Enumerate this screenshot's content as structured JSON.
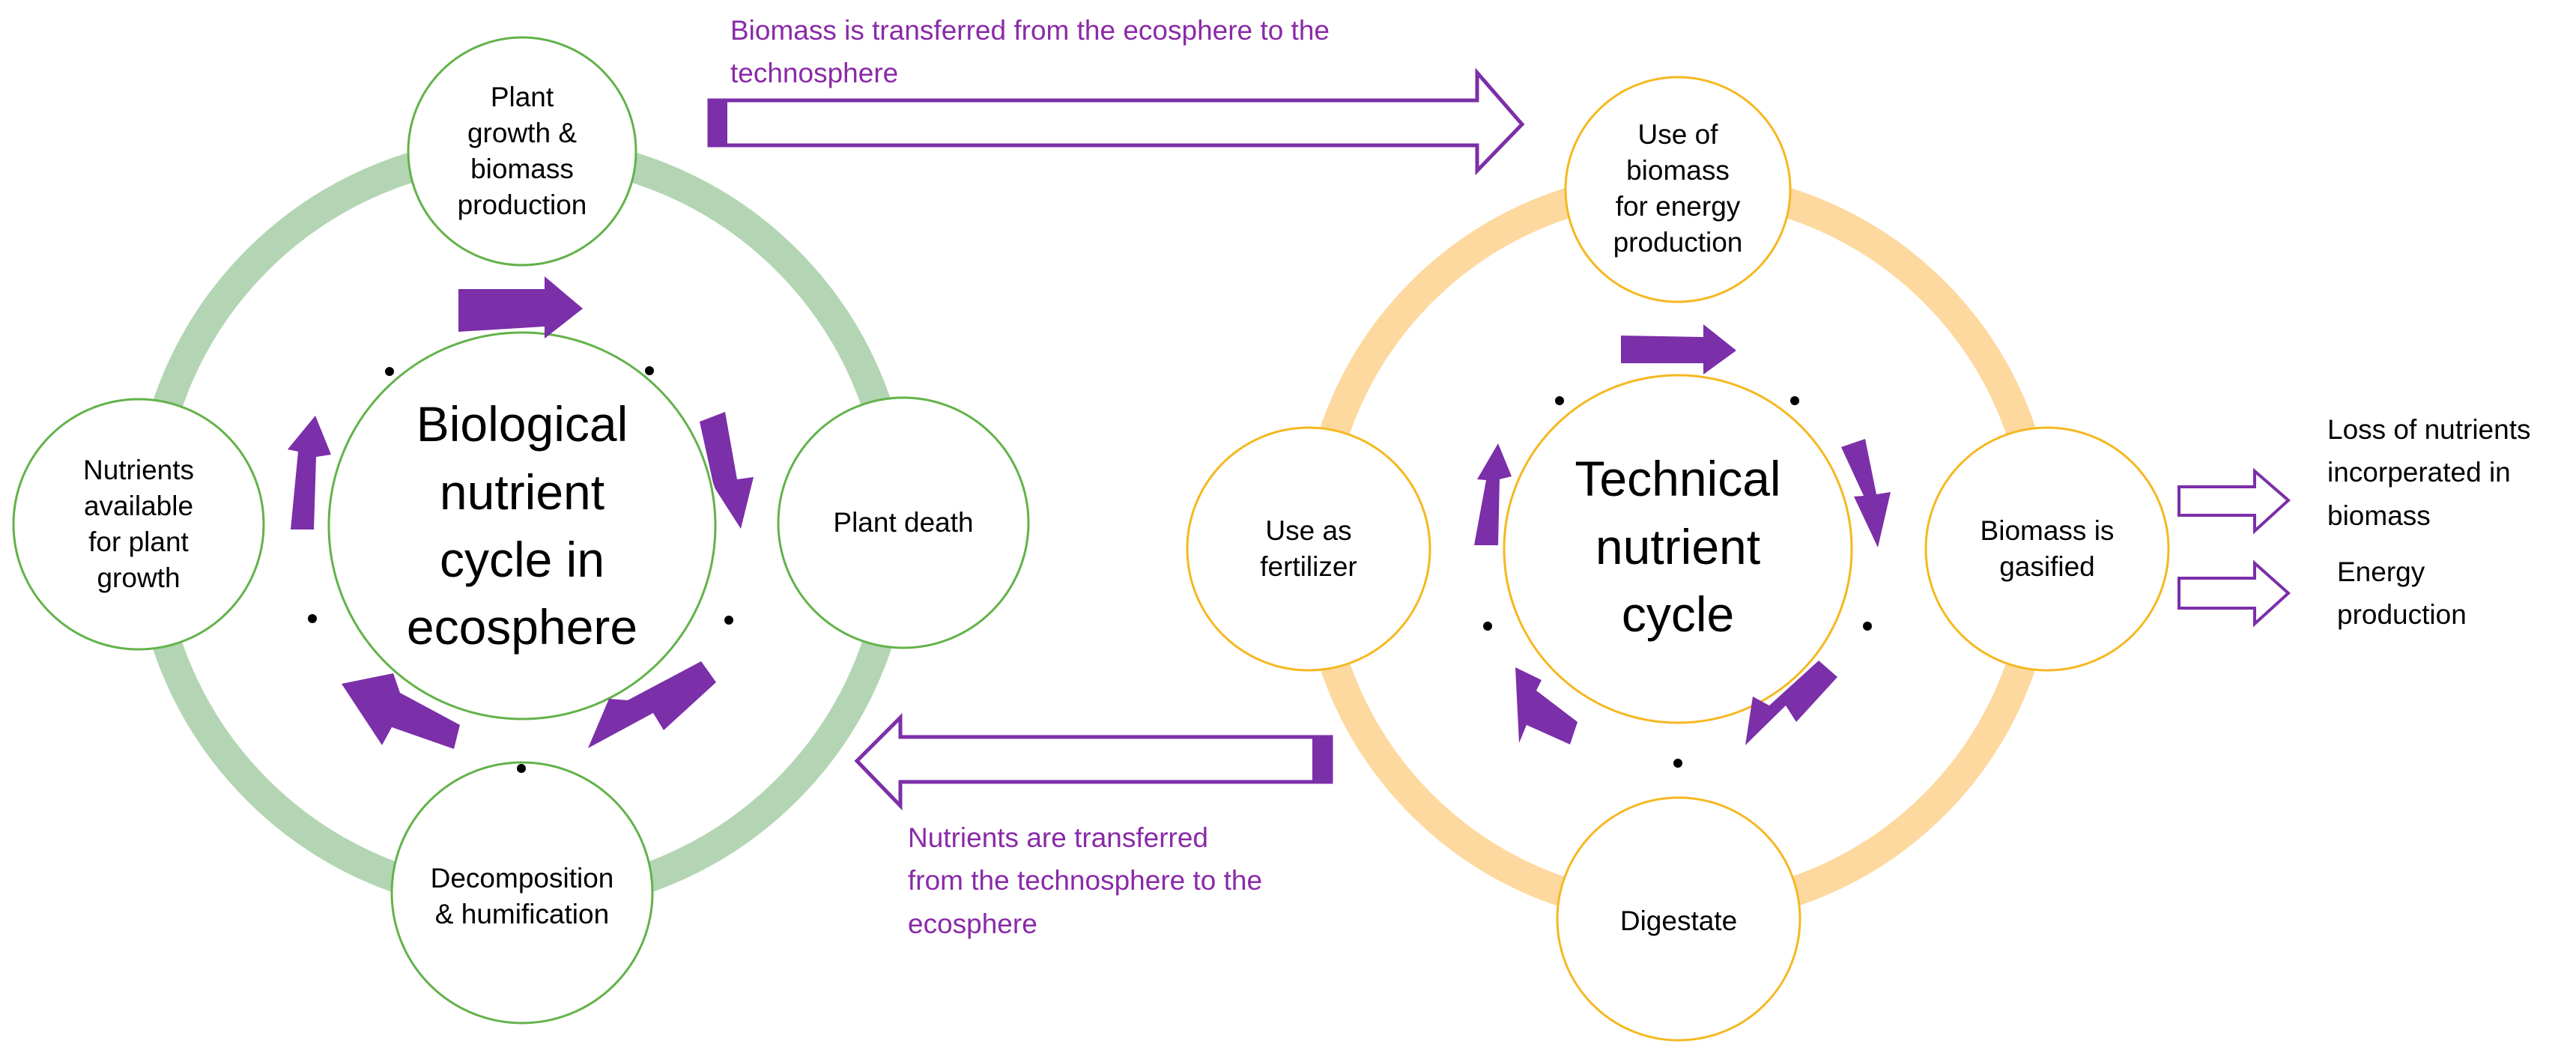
{
  "colors": {
    "purple": "#7b2fa8",
    "green_ring": "#b3d5b3",
    "green_stroke": "#63b24a",
    "orange_ring": "#fdd9a0",
    "orange_stroke": "#f5b820"
  },
  "biological_cycle": {
    "center": "Biological\nnutrient\ncycle in\necosphere",
    "nodes": [
      "Plant\ngrowth &\nbiomass\nproduction",
      "Plant death",
      "Decomposition\n& humification",
      "Nutrients\navailable\nfor plant\ngrowth"
    ]
  },
  "technical_cycle": {
    "center": "Technical\nnutrient\ncycle",
    "nodes": [
      "Use of\nbiomass\nfor energy\nproduction",
      "Biomass is\ngasified",
      "Digestate",
      "Use as\nfertilizer"
    ]
  },
  "transfers": {
    "to_technosphere": "Biomass is transferred  from the ecosphere to the\ntechnosphere",
    "to_ecosphere": "Nutrients are transferred\nfrom the technosphere to the\necosphere"
  },
  "outputs": {
    "loss": "Loss of nutrients\nincorperated in\nbiomass",
    "energy": "Energy\nproduction"
  }
}
